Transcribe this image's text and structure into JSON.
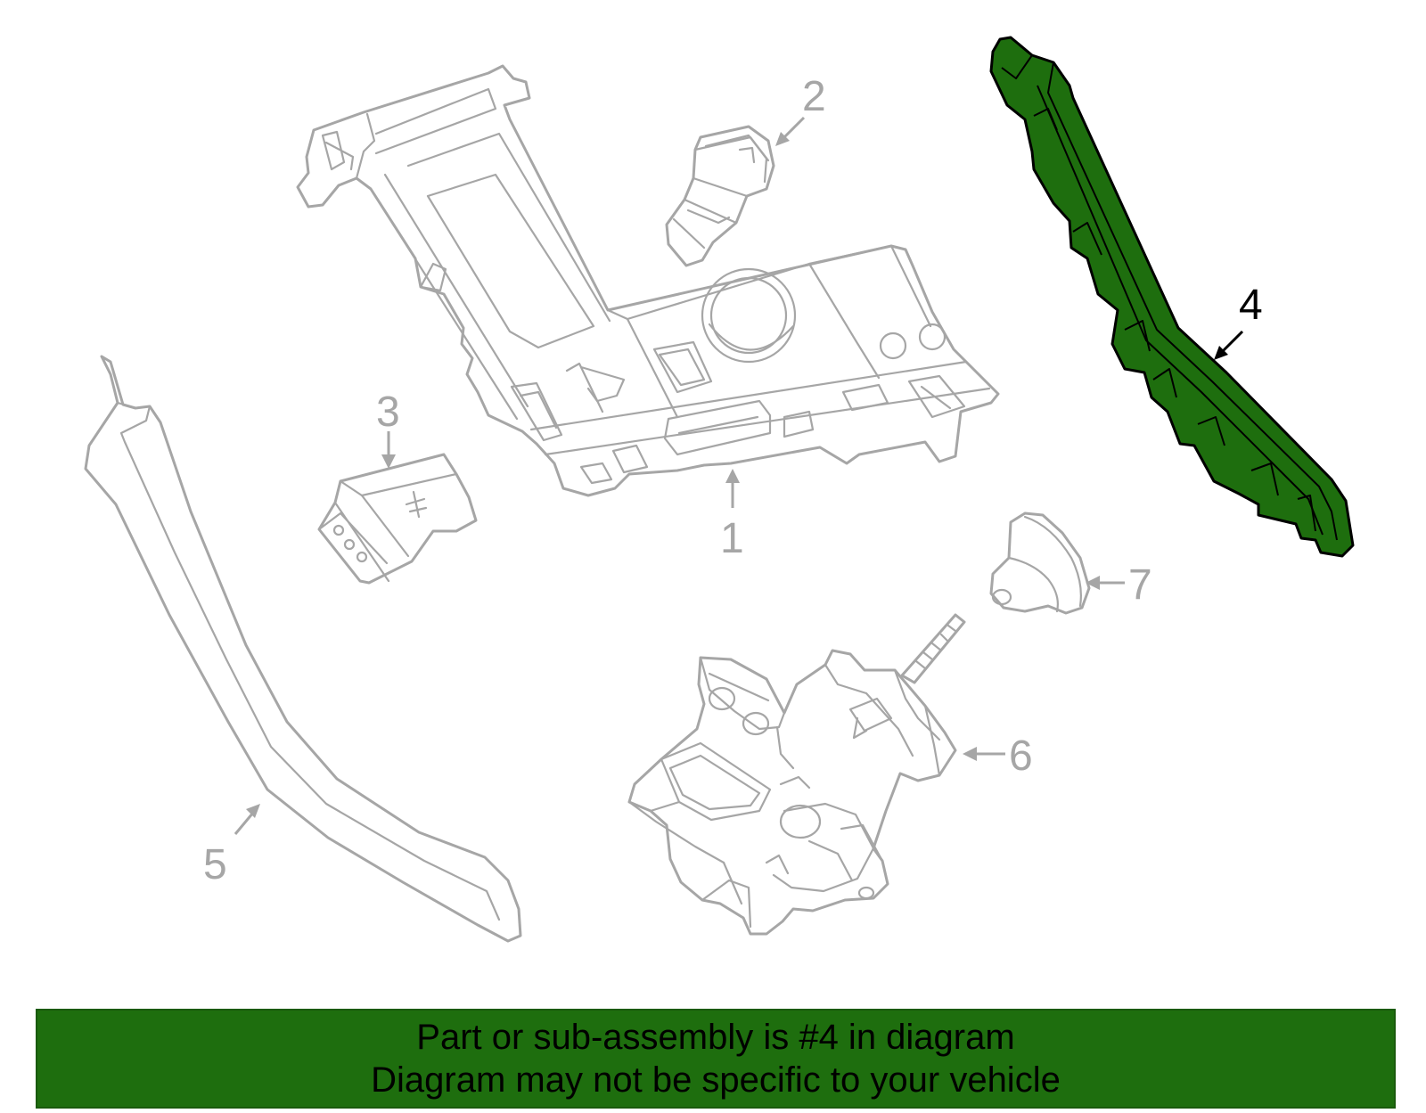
{
  "colors": {
    "highlight": "#1e6e0e",
    "banner": "#1e6e0e",
    "parts": "#a6a6a6"
  },
  "callouts": {
    "1": "1",
    "2": "2",
    "3": "3",
    "4": "4",
    "5": "5",
    "6": "6",
    "7": "7"
  },
  "highlighted_part": "4",
  "banner": {
    "line1": "Part or sub-assembly is #4 in diagram",
    "line2": "Diagram may not be specific to your vehicle"
  }
}
